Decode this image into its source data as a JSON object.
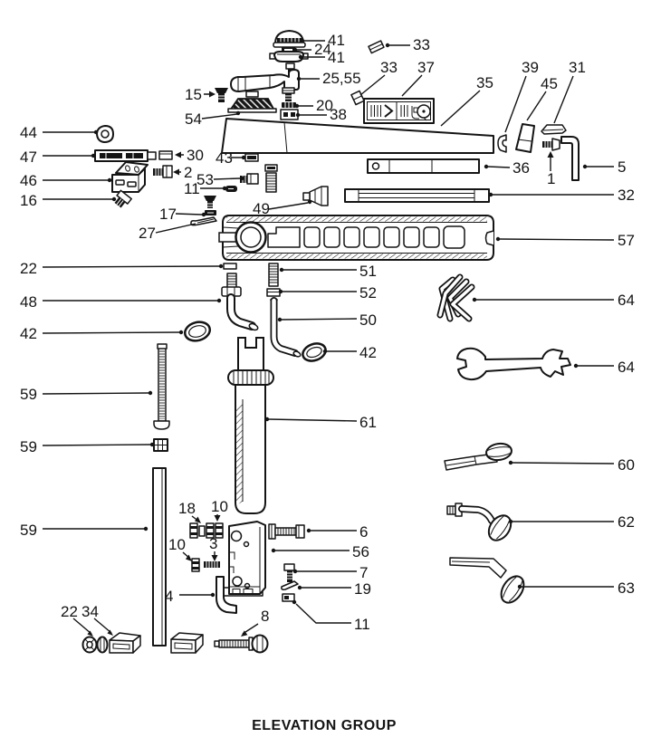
{
  "title": "ELEVATION GROUP",
  "colors": {
    "ink": "#141414",
    "background": "#ffffff"
  },
  "callouts": [
    {
      "label": "41",
      "part": "crank-knob-cap"
    },
    {
      "label": "24",
      "part": "knob-washer"
    },
    {
      "label": "41",
      "part": "crank-knob-base"
    },
    {
      "label": "25,55",
      "part": "crank-handle"
    },
    {
      "label": "15",
      "part": "screw"
    },
    {
      "label": "54",
      "part": "grip-pad"
    },
    {
      "label": "20",
      "part": "spacer"
    },
    {
      "label": "38",
      "part": "clamp-plate"
    },
    {
      "label": "33",
      "part": "name-plate"
    },
    {
      "label": "33",
      "part": "name-plate"
    },
    {
      "label": "37",
      "part": "instruction-decal"
    },
    {
      "label": "35",
      "part": "arm-cover"
    },
    {
      "label": "39",
      "part": "end-cap"
    },
    {
      "label": "45",
      "part": "wedge-block"
    },
    {
      "label": "31",
      "part": "cover-plate"
    },
    {
      "label": "1",
      "part": "set-screw"
    },
    {
      "label": "5",
      "part": "hex-key"
    },
    {
      "label": "36",
      "part": "gib-bar"
    },
    {
      "label": "32",
      "part": "gib-strip"
    },
    {
      "label": "43",
      "part": "spacer-plate"
    },
    {
      "label": "30",
      "part": "spacer-block"
    },
    {
      "label": "2",
      "part": "bolt"
    },
    {
      "label": "53",
      "part": "pin"
    },
    {
      "label": "11",
      "part": "spacer"
    },
    {
      "label": "17",
      "part": "screw-and-washer"
    },
    {
      "label": "27",
      "part": "flat-spring"
    },
    {
      "label": "49",
      "part": "pivot-nut"
    },
    {
      "label": "57",
      "part": "elevation-rail"
    },
    {
      "label": "44",
      "part": "grommet"
    },
    {
      "label": "47",
      "part": "lock-bar"
    },
    {
      "label": "46",
      "part": "switch-bracket"
    },
    {
      "label": "16",
      "part": "clip"
    },
    {
      "label": "22",
      "part": "spacer"
    },
    {
      "label": "48",
      "part": "crank-shaft"
    },
    {
      "label": "42",
      "part": "grip-ring"
    },
    {
      "label": "51",
      "part": "threaded-stud"
    },
    {
      "label": "52",
      "part": "spacer"
    },
    {
      "label": "50",
      "part": "crank-tube"
    },
    {
      "label": "42",
      "part": "grip-ring"
    },
    {
      "label": "64",
      "part": "hex-key-set"
    },
    {
      "label": "64",
      "part": "open-end-wrench"
    },
    {
      "label": "59",
      "part": "elevation-screw"
    },
    {
      "label": "59",
      "part": "elevation-nut"
    },
    {
      "label": "61",
      "part": "elevation-tube"
    },
    {
      "label": "59",
      "part": "elevation-bar"
    },
    {
      "label": "18",
      "part": "brush-set"
    },
    {
      "label": "10",
      "part": "brush"
    },
    {
      "label": "3",
      "part": "contact-strip"
    },
    {
      "label": "10",
      "part": "brush"
    },
    {
      "label": "6",
      "part": "hex-bolt"
    },
    {
      "label": "56",
      "part": "elevation-bracket"
    },
    {
      "label": "7",
      "part": "screw"
    },
    {
      "label": "19",
      "part": "retainer-clip"
    },
    {
      "label": "11",
      "part": "spacer"
    },
    {
      "label": "4",
      "part": "stop-arm"
    },
    {
      "label": "8",
      "part": "screw"
    },
    {
      "label": "22",
      "part": "knurled-washer"
    },
    {
      "label": "34",
      "part": "lock-nut"
    },
    {
      "label": "60",
      "part": "crank-tool"
    },
    {
      "label": "62",
      "part": "knob-handle"
    },
    {
      "label": "63",
      "part": "knob-lever"
    }
  ]
}
